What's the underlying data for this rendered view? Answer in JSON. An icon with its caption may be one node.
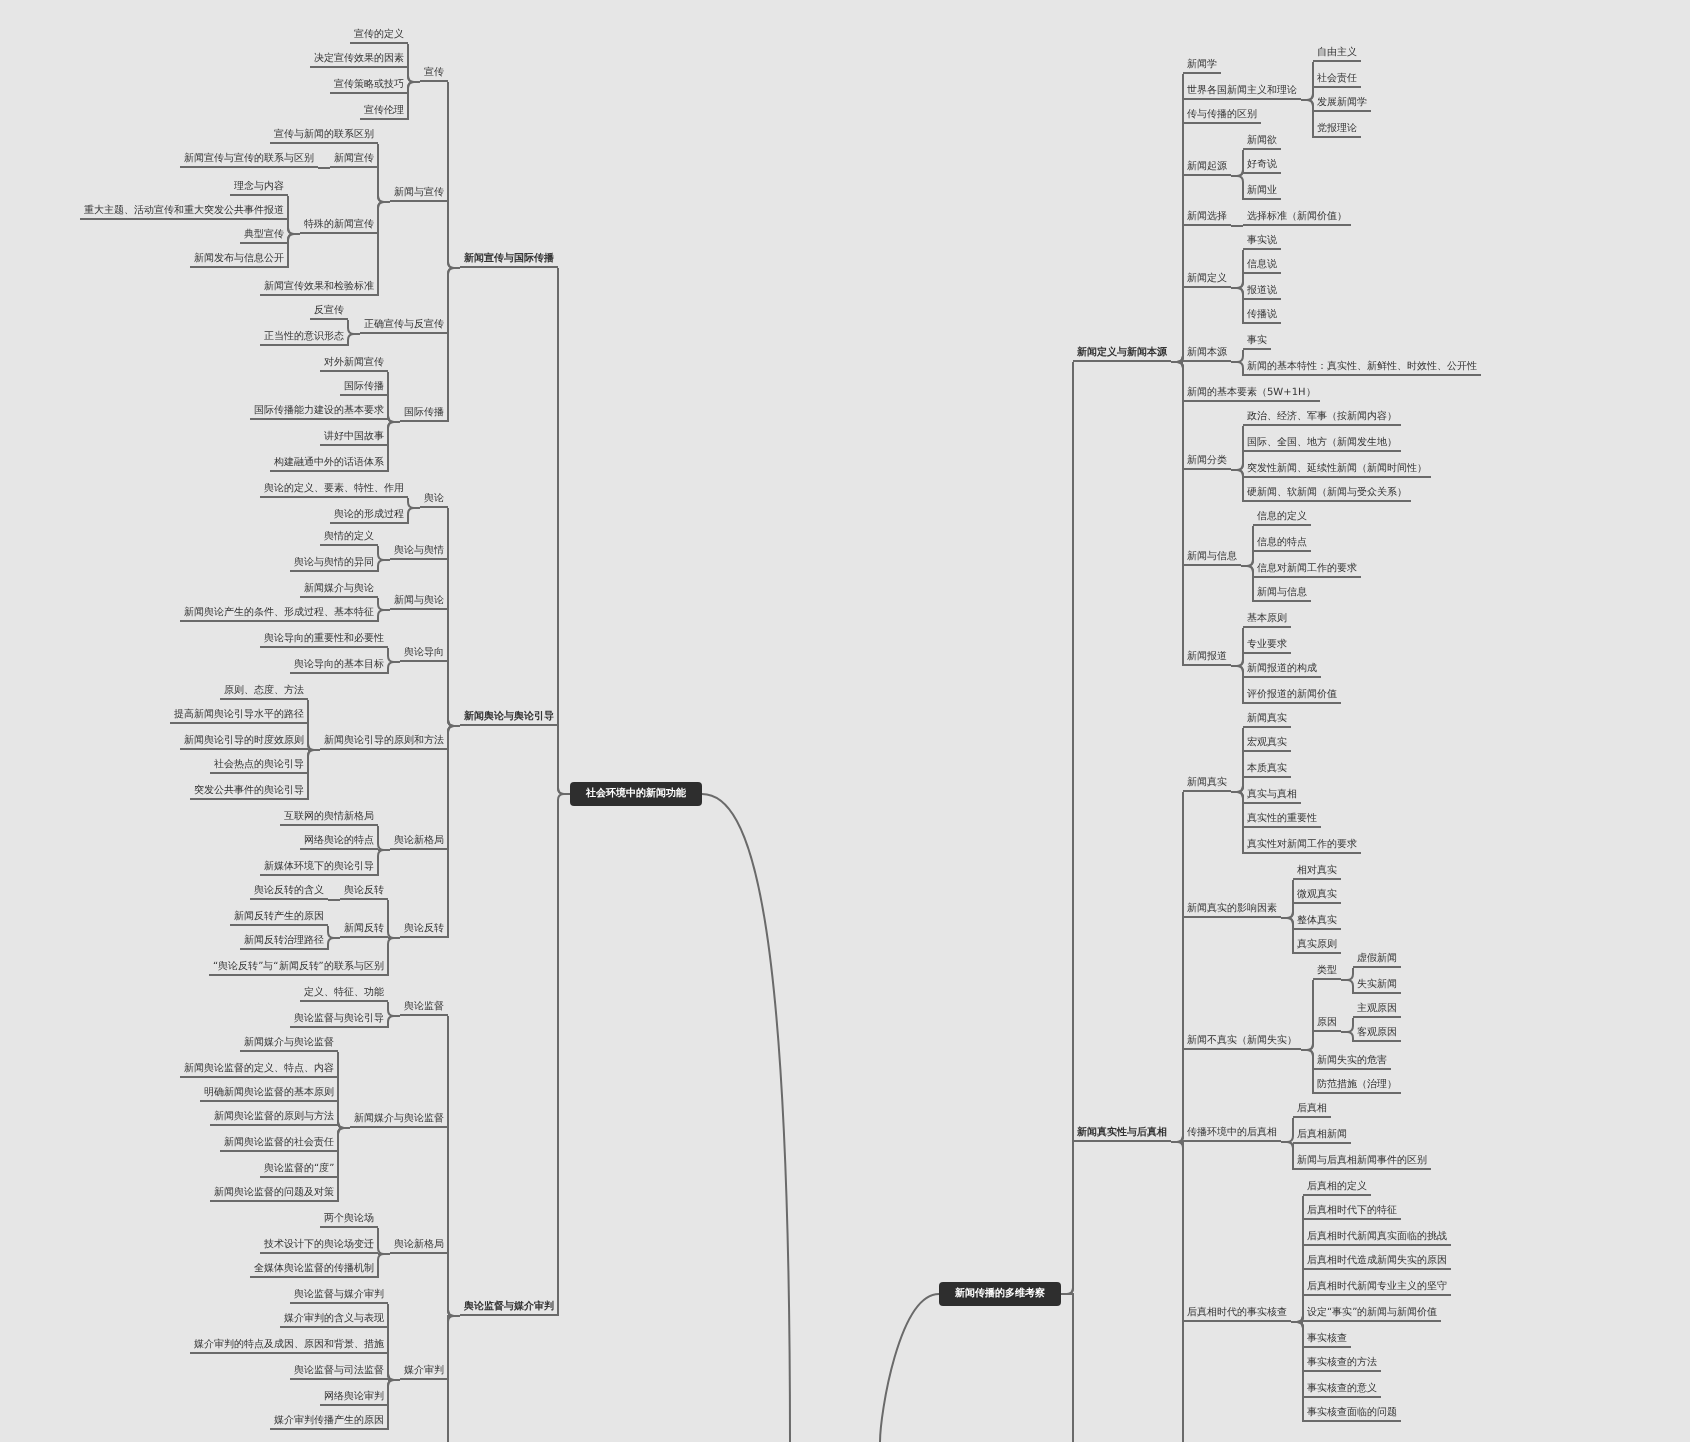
{
  "diagram": {
    "nodes": [
      {
        "text": [
          "社会环境中的新闻功能"
        ]
      },
      {
        "text": [
          "新闻宣传与国际传播"
        ]
      },
      {
        "text": [
          "宣传"
        ]
      },
      {
        "text": [
          "宣传的定义"
        ]
      },
      {
        "text": [
          "决定宣传效果的因素"
        ]
      },
      {
        "text": [
          "宣传策略或技巧"
        ]
      },
      {
        "text": [
          "宣传伦理"
        ]
      },
      {
        "text": [
          "新闻与宣传"
        ]
      },
      {
        "text": [
          "宣传与新闻的联系区别"
        ]
      },
      {
        "text": [
          "新闻宣传"
        ]
      },
      {
        "text": [
          "新闻宣传与宣传的联系与区别"
        ]
      },
      {
        "text": [
          "特殊的新闻宣传"
        ]
      },
      {
        "text": [
          "理念与内容"
        ]
      },
      {
        "text": [
          "重大主题、活动宣传和重大突发公共事件报道"
        ]
      },
      {
        "text": [
          "典型宣传"
        ]
      },
      {
        "text": [
          "新闻发布与信息公开"
        ]
      },
      {
        "text": [
          "新闻宣传效果和检验标准"
        ]
      },
      {
        "text": [
          "正确宣传与反宣传"
        ]
      },
      {
        "text": [
          "反宣传"
        ]
      },
      {
        "text": [
          "正当性的意识形态"
        ]
      },
      {
        "text": [
          "国际传播"
        ]
      },
      {
        "text": [
          "对外新闻宣传"
        ]
      },
      {
        "text": [
          "国际传播"
        ]
      },
      {
        "text": [
          "国际传播能力建设的基本要求"
        ]
      },
      {
        "text": [
          "讲好中国故事"
        ]
      },
      {
        "text": [
          "构建融通中外的话语体系"
        ]
      },
      {
        "text": [
          "新闻舆论与舆论引导"
        ]
      },
      {
        "text": [
          "舆论"
        ]
      },
      {
        "text": [
          "舆论的定义、要素、特性、作用"
        ]
      },
      {
        "text": [
          "舆论的形成过程"
        ]
      },
      {
        "text": [
          "舆论与舆情"
        ]
      },
      {
        "text": [
          "舆情的定义"
        ]
      },
      {
        "text": [
          "舆论与舆情的异同"
        ]
      },
      {
        "text": [
          "新闻与舆论"
        ]
      },
      {
        "text": [
          "新闻媒介与舆论"
        ]
      },
      {
        "text": [
          "新闻舆论产生的条件、形成过程、基本特征"
        ]
      },
      {
        "text": [
          "舆论导向"
        ]
      },
      {
        "text": [
          "舆论导向的重要性和必要性"
        ]
      },
      {
        "text": [
          "舆论导向的基本目标"
        ]
      },
      {
        "text": [
          "新闻舆论引导的原则和方法"
        ]
      },
      {
        "text": [
          "原则、态度、方法"
        ]
      },
      {
        "text": [
          "提高新闻舆论引导水平的路径"
        ]
      },
      {
        "text": [
          "新闻舆论引导的时度效原则"
        ]
      },
      {
        "text": [
          "社会热点的舆论引导"
        ]
      },
      {
        "text": [
          "突发公共事件的舆论引导"
        ]
      },
      {
        "text": [
          "舆论新格局"
        ]
      },
      {
        "text": [
          "互联网的舆情新格局"
        ]
      },
      {
        "text": [
          "网络舆论的特点"
        ]
      },
      {
        "text": [
          "新媒体环境下的舆论引导"
        ]
      },
      {
        "text": [
          "舆论反转"
        ]
      },
      {
        "text": [
          "舆论反转"
        ]
      },
      {
        "text": [
          "舆论反转的含义"
        ]
      },
      {
        "text": [
          "新闻反转"
        ]
      },
      {
        "text": [
          "新闻反转产生的原因"
        ]
      },
      {
        "text": [
          "新闻反转治理路径"
        ]
      },
      {
        "text": [
          "“舆论反转”与“新闻反转”的联系与区别"
        ]
      },
      {
        "text": [
          "舆论监督与媒介审判"
        ]
      },
      {
        "text": [
          "舆论监督"
        ]
      },
      {
        "text": [
          "定义、特征、功能"
        ]
      },
      {
        "text": [
          "舆论监督与舆论引导"
        ]
      },
      {
        "text": [
          "新闻媒介与舆论监督"
        ]
      },
      {
        "text": [
          "新闻媒介与舆论监督"
        ]
      },
      {
        "text": [
          "新闻舆论监督的定义、特点、内容"
        ]
      },
      {
        "text": [
          "明确新闻舆论监督的基本原则"
        ]
      },
      {
        "text": [
          "新闻舆论监督的原则与方法"
        ]
      },
      {
        "text": [
          "新闻舆论监督的社会责任"
        ]
      },
      {
        "text": [
          "舆论监督的“度”"
        ]
      },
      {
        "text": [
          "新闻舆论监督的问题及对策"
        ]
      },
      {
        "text": [
          "舆论新格局"
        ]
      },
      {
        "text": [
          "两个舆论场"
        ]
      },
      {
        "text": [
          "技术设计下的舆论场变迁"
        ]
      },
      {
        "text": [
          "全媒体舆论监督的传播机制"
        ]
      },
      {
        "text": [
          "媒介审判"
        ]
      },
      {
        "text": [
          "舆论监督与媒介审判"
        ]
      },
      {
        "text": [
          "媒介审判的含义与表现"
        ]
      },
      {
        "text": [
          "媒介审判的特点及成因、原因和背景、措施"
        ]
      },
      {
        "text": [
          "舆论监督与司法监督"
        ]
      },
      {
        "text": [
          "网络舆论审判"
        ]
      },
      {
        "text": [
          "媒介审判传播产生的原因"
        ]
      },
      {
        "text": [
          "新闻传播的多维考察"
        ]
      },
      {
        "text": [
          "新闻定义与新闻本源"
        ]
      },
      {
        "text": [
          "新闻学"
        ]
      },
      {
        "text": [
          "世界各国新闻主义和理论"
        ]
      },
      {
        "text": [
          "自由主义"
        ]
      },
      {
        "text": [
          "社会责任"
        ]
      },
      {
        "text": [
          "发展新闻学"
        ]
      },
      {
        "text": [
          "党报理论"
        ]
      },
      {
        "text": [
          "传与传播的区别"
        ]
      },
      {
        "text": [
          "新闻起源"
        ]
      },
      {
        "text": [
          "新闻欲"
        ]
      },
      {
        "text": [
          "好奇说"
        ]
      },
      {
        "text": [
          "新闻业"
        ]
      },
      {
        "text": [
          "新闻选择"
        ]
      },
      {
        "text": [
          "选择标准（新闻价值）"
        ]
      },
      {
        "text": [
          "新闻定义"
        ]
      },
      {
        "text": [
          "事实说"
        ]
      },
      {
        "text": [
          "信息说"
        ]
      },
      {
        "text": [
          "报道说"
        ]
      },
      {
        "text": [
          "传播说"
        ]
      },
      {
        "text": [
          "新闻本源"
        ]
      },
      {
        "text": [
          "事实"
        ]
      },
      {
        "text": [
          "新闻的基本特性：真实性、新鲜性、时效性、公开性"
        ]
      },
      {
        "text": [
          "新闻的基本要素（5W+1H）"
        ]
      },
      {
        "text": [
          "新闻分类"
        ]
      },
      {
        "text": [
          "政治、经济、军事（按新闻内容）"
        ]
      },
      {
        "text": [
          "国际、全国、地方（新闻发生地）"
        ]
      },
      {
        "text": [
          "突发性新闻、延续性新闻（新闻时间性）"
        ]
      },
      {
        "text": [
          "硬新闻、软新闻（新闻与受众关系）"
        ]
      },
      {
        "text": [
          "新闻与信息"
        ]
      },
      {
        "text": [
          "信息的定义"
        ]
      },
      {
        "text": [
          "信息的特点"
        ]
      },
      {
        "text": [
          "信息对新闻工作的要求"
        ]
      },
      {
        "text": [
          "新闻与信息"
        ]
      },
      {
        "text": [
          "新闻报道"
        ]
      },
      {
        "text": [
          "基本原则"
        ]
      },
      {
        "text": [
          "专业要求"
        ]
      },
      {
        "text": [
          "新闻报道的构成"
        ]
      },
      {
        "text": [
          "评价报道的新闻价值"
        ]
      },
      {
        "text": [
          "新闻真实性与后真相"
        ]
      },
      {
        "text": [
          "新闻真实"
        ]
      },
      {
        "text": [
          "新闻真实"
        ]
      },
      {
        "text": [
          "宏观真实"
        ]
      },
      {
        "text": [
          "本质真实"
        ]
      },
      {
        "text": [
          "真实与真相"
        ]
      },
      {
        "text": [
          "真实性的重要性"
        ]
      },
      {
        "text": [
          "真实性对新闻工作的要求"
        ]
      },
      {
        "text": [
          "新闻真实的影响因素"
        ]
      },
      {
        "text": [
          "相对真实"
        ]
      },
      {
        "text": [
          "微观真实"
        ]
      },
      {
        "text": [
          "整体真实"
        ]
      },
      {
        "text": [
          "真实原则"
        ]
      },
      {
        "text": [
          "新闻不真实（新闻失实）"
        ]
      },
      {
        "text": [
          "类型"
        ]
      },
      {
        "text": [
          "虚假新闻"
        ]
      },
      {
        "text": [
          "失实新闻"
        ]
      },
      {
        "text": [
          "原因"
        ]
      },
      {
        "text": [
          "主观原因"
        ]
      },
      {
        "text": [
          "客观原因"
        ]
      },
      {
        "text": [
          "新闻失实的危害"
        ]
      },
      {
        "text": [
          "防范措施（治理）"
        ]
      },
      {
        "text": [
          "传播环境中的后真相"
        ]
      },
      {
        "text": [
          "后真相"
        ]
      },
      {
        "text": [
          "后真相新闻"
        ]
      },
      {
        "text": [
          "新闻与后真相新闻事件的区别"
        ]
      },
      {
        "text": [
          "后真相时代的事实核查"
        ]
      },
      {
        "text": [
          "后真相的定义"
        ]
      },
      {
        "text": [
          "后真相时代下的特征"
        ]
      },
      {
        "text": [
          "后真相时代新闻真实面临的挑战"
        ]
      },
      {
        "text": [
          "后真相时代造成新闻失实的原因"
        ]
      },
      {
        "text": [
          "后真相时代新闻专业主义的坚守"
        ]
      },
      {
        "text": [
          "设定“事实”的新闻与新闻价值"
        ]
      },
      {
        "text": [
          "事实核查"
        ]
      },
      {
        "text": [
          "事实核查的方法"
        ]
      },
      {
        "text": [
          "事实核查的意义"
        ]
      },
      {
        "text": [
          "事实核查面临的问题"
        ]
      }
    ],
    "edges": [
      {
        "from": 0,
        "to": 1,
        "arrow": "none"
      },
      {
        "from": 1,
        "to": 2,
        "arrow": "none"
      },
      {
        "from": 2,
        "to": 3,
        "arrow": "none"
      },
      {
        "from": 2,
        "to": 4,
        "arrow": "none"
      },
      {
        "from": 2,
        "to": 5,
        "arrow": "none"
      },
      {
        "from": 2,
        "to": 6,
        "arrow": "none"
      },
      {
        "from": 1,
        "to": 7,
        "arrow": "none"
      },
      {
        "from": 7,
        "to": 8,
        "arrow": "none"
      },
      {
        "from": 7,
        "to": 9,
        "arrow": "none"
      },
      {
        "from": 9,
        "to": 10,
        "arrow": "none"
      },
      {
        "from": 7,
        "to": 11,
        "arrow": "none"
      },
      {
        "from": 11,
        "to": 12,
        "arrow": "none"
      },
      {
        "from": 11,
        "to": 13,
        "arrow": "none"
      },
      {
        "from": 11,
        "to": 14,
        "arrow": "none"
      },
      {
        "from": 11,
        "to": 15,
        "arrow": "none"
      },
      {
        "from": 7,
        "to": 16,
        "arrow": "none"
      },
      {
        "from": 1,
        "to": 17,
        "arrow": "none"
      },
      {
        "from": 17,
        "to": 18,
        "arrow": "none"
      },
      {
        "from": 17,
        "to": 19,
        "arrow": "none"
      },
      {
        "from": 1,
        "to": 20,
        "arrow": "none"
      },
      {
        "from": 20,
        "to": 21,
        "arrow": "none"
      },
      {
        "from": 20,
        "to": 22,
        "arrow": "none"
      },
      {
        "from": 20,
        "to": 23,
        "arrow": "none"
      },
      {
        "from": 20,
        "to": 24,
        "arrow": "none"
      },
      {
        "from": 20,
        "to": 25,
        "arrow": "none"
      },
      {
        "from": 0,
        "to": 26,
        "arrow": "none"
      },
      {
        "from": 26,
        "to": 27,
        "arrow": "none"
      },
      {
        "from": 27,
        "to": 28,
        "arrow": "none"
      },
      {
        "from": 27,
        "to": 29,
        "arrow": "none"
      },
      {
        "from": 26,
        "to": 30,
        "arrow": "none"
      },
      {
        "from": 30,
        "to": 31,
        "arrow": "none"
      },
      {
        "from": 30,
        "to": 32,
        "arrow": "none"
      },
      {
        "from": 26,
        "to": 33,
        "arrow": "none"
      },
      {
        "from": 33,
        "to": 34,
        "arrow": "none"
      },
      {
        "from": 33,
        "to": 35,
        "arrow": "none"
      },
      {
        "from": 26,
        "to": 36,
        "arrow": "none"
      },
      {
        "from": 36,
        "to": 37,
        "arrow": "none"
      },
      {
        "from": 36,
        "to": 38,
        "arrow": "none"
      },
      {
        "from": 26,
        "to": 39,
        "arrow": "none"
      },
      {
        "from": 39,
        "to": 40,
        "arrow": "none"
      },
      {
        "from": 39,
        "to": 41,
        "arrow": "none"
      },
      {
        "from": 39,
        "to": 42,
        "arrow": "none"
      },
      {
        "from": 39,
        "to": 43,
        "arrow": "none"
      },
      {
        "from": 39,
        "to": 44,
        "arrow": "none"
      },
      {
        "from": 26,
        "to": 45,
        "arrow": "none"
      },
      {
        "from": 45,
        "to": 46,
        "arrow": "none"
      },
      {
        "from": 45,
        "to": 47,
        "arrow": "none"
      },
      {
        "from": 45,
        "to": 48,
        "arrow": "none"
      },
      {
        "from": 26,
        "to": 49,
        "arrow": "none"
      },
      {
        "from": 49,
        "to": 50,
        "arrow": "none"
      },
      {
        "from": 50,
        "to": 51,
        "arrow": "none"
      },
      {
        "from": 49,
        "to": 52,
        "arrow": "none"
      },
      {
        "from": 52,
        "to": 53,
        "arrow": "none"
      },
      {
        "from": 52,
        "to": 54,
        "arrow": "none"
      },
      {
        "from": 49,
        "to": 55,
        "arrow": "none"
      },
      {
        "from": 0,
        "to": 56,
        "arrow": "none"
      },
      {
        "from": 56,
        "to": 57,
        "arrow": "none"
      },
      {
        "from": 57,
        "to": 58,
        "arrow": "none"
      },
      {
        "from": 57,
        "to": 59,
        "arrow": "none"
      },
      {
        "from": 56,
        "to": 60,
        "arrow": "none"
      },
      {
        "from": 60,
        "to": 61,
        "arrow": "none"
      },
      {
        "from": 60,
        "to": 62,
        "arrow": "none"
      },
      {
        "from": 60,
        "to": 63,
        "arrow": "none"
      },
      {
        "from": 60,
        "to": 64,
        "arrow": "none"
      },
      {
        "from": 60,
        "to": 65,
        "arrow": "none"
      },
      {
        "from": 60,
        "to": 66,
        "arrow": "none"
      },
      {
        "from": 60,
        "to": 67,
        "arrow": "none"
      },
      {
        "from": 56,
        "to": 68,
        "arrow": "none"
      },
      {
        "from": 68,
        "to": 69,
        "arrow": "none"
      },
      {
        "from": 68,
        "to": 70,
        "arrow": "none"
      },
      {
        "from": 68,
        "to": 71,
        "arrow": "none"
      },
      {
        "from": 56,
        "to": 72,
        "arrow": "none"
      },
      {
        "from": 72,
        "to": 73,
        "arrow": "none"
      },
      {
        "from": 72,
        "to": 74,
        "arrow": "none"
      },
      {
        "from": 72,
        "to": 75,
        "arrow": "none"
      },
      {
        "from": 72,
        "to": 76,
        "arrow": "none"
      },
      {
        "from": 72,
        "to": 77,
        "arrow": "none"
      },
      {
        "from": 72,
        "to": 78,
        "arrow": "none"
      },
      {
        "from": 79,
        "to": 80,
        "arrow": "none"
      },
      {
        "from": 80,
        "to": 81,
        "arrow": "none"
      },
      {
        "from": 80,
        "to": 82,
        "arrow": "none"
      },
      {
        "from": 82,
        "to": 83,
        "arrow": "none"
      },
      {
        "from": 82,
        "to": 84,
        "arrow": "none"
      },
      {
        "from": 82,
        "to": 85,
        "arrow": "none"
      },
      {
        "from": 82,
        "to": 86,
        "arrow": "none"
      },
      {
        "from": 80,
        "to": 87,
        "arrow": "none"
      },
      {
        "from": 80,
        "to": 88,
        "arrow": "none"
      },
      {
        "from": 88,
        "to": 89,
        "arrow": "none"
      },
      {
        "from": 88,
        "to": 90,
        "arrow": "none"
      },
      {
        "from": 88,
        "to": 91,
        "arrow": "none"
      },
      {
        "from": 80,
        "to": 92,
        "arrow": "none"
      },
      {
        "from": 92,
        "to": 93,
        "arrow": "none"
      },
      {
        "from": 80,
        "to": 94,
        "arrow": "none"
      },
      {
        "from": 94,
        "to": 95,
        "arrow": "none"
      },
      {
        "from": 94,
        "to": 96,
        "arrow": "none"
      },
      {
        "from": 94,
        "to": 97,
        "arrow": "none"
      },
      {
        "from": 94,
        "to": 98,
        "arrow": "none"
      },
      {
        "from": 80,
        "to": 99,
        "arrow": "none"
      },
      {
        "from": 99,
        "to": 100,
        "arrow": "none"
      },
      {
        "from": 99,
        "to": 101,
        "arrow": "none"
      },
      {
        "from": 80,
        "to": 102,
        "arrow": "none"
      },
      {
        "from": 80,
        "to": 103,
        "arrow": "none"
      },
      {
        "from": 103,
        "to": 104,
        "arrow": "none"
      },
      {
        "from": 103,
        "to": 105,
        "arrow": "none"
      },
      {
        "from": 103,
        "to": 106,
        "arrow": "none"
      },
      {
        "from": 103,
        "to": 107,
        "arrow": "none"
      },
      {
        "from": 80,
        "to": 108,
        "arrow": "none"
      },
      {
        "from": 108,
        "to": 109,
        "arrow": "none"
      },
      {
        "from": 108,
        "to": 110,
        "arrow": "none"
      },
      {
        "from": 108,
        "to": 111,
        "arrow": "none"
      },
      {
        "from": 108,
        "to": 112,
        "arrow": "none"
      },
      {
        "from": 80,
        "to": 113,
        "arrow": "none"
      },
      {
        "from": 113,
        "to": 114,
        "arrow": "none"
      },
      {
        "from": 113,
        "to": 115,
        "arrow": "none"
      },
      {
        "from": 113,
        "to": 116,
        "arrow": "none"
      },
      {
        "from": 113,
        "to": 117,
        "arrow": "none"
      },
      {
        "from": 79,
        "to": 118,
        "arrow": "none"
      },
      {
        "from": 118,
        "to": 119,
        "arrow": "none"
      },
      {
        "from": 119,
        "to": 120,
        "arrow": "none"
      },
      {
        "from": 119,
        "to": 121,
        "arrow": "none"
      },
      {
        "from": 119,
        "to": 122,
        "arrow": "none"
      },
      {
        "from": 119,
        "to": 123,
        "arrow": "none"
      },
      {
        "from": 119,
        "to": 124,
        "arrow": "none"
      },
      {
        "from": 119,
        "to": 125,
        "arrow": "none"
      },
      {
        "from": 118,
        "to": 126,
        "arrow": "none"
      },
      {
        "from": 126,
        "to": 127,
        "arrow": "none"
      },
      {
        "from": 126,
        "to": 128,
        "arrow": "none"
      },
      {
        "from": 126,
        "to": 129,
        "arrow": "none"
      },
      {
        "from": 126,
        "to": 130,
        "arrow": "none"
      },
      {
        "from": 118,
        "to": 131,
        "arrow": "none"
      },
      {
        "from": 131,
        "to": 132,
        "arrow": "none"
      },
      {
        "from": 132,
        "to": 133,
        "arrow": "none"
      },
      {
        "from": 132,
        "to": 134,
        "arrow": "none"
      },
      {
        "from": 131,
        "to": 135,
        "arrow": "none"
      },
      {
        "from": 135,
        "to": 136,
        "arrow": "none"
      },
      {
        "from": 135,
        "to": 137,
        "arrow": "none"
      },
      {
        "from": 131,
        "to": 138,
        "arrow": "none"
      },
      {
        "from": 131,
        "to": 139,
        "arrow": "none"
      },
      {
        "from": 118,
        "to": 140,
        "arrow": "none"
      },
      {
        "from": 140,
        "to": 141,
        "arrow": "none"
      },
      {
        "from": 140,
        "to": 142,
        "arrow": "none"
      },
      {
        "from": 140,
        "to": 143,
        "arrow": "none"
      },
      {
        "from": 118,
        "to": 144,
        "arrow": "none"
      },
      {
        "from": 144,
        "to": 145,
        "arrow": "none"
      },
      {
        "from": 144,
        "to": 146,
        "arrow": "none"
      },
      {
        "from": 144,
        "to": 147,
        "arrow": "none"
      },
      {
        "from": 144,
        "to": 148,
        "arrow": "none"
      },
      {
        "from": 144,
        "to": 149,
        "arrow": "none"
      },
      {
        "from": 144,
        "to": 150,
        "arrow": "none"
      },
      {
        "from": 144,
        "to": 151,
        "arrow": "none"
      },
      {
        "from": 144,
        "to": 152,
        "arrow": "none"
      },
      {
        "from": 144,
        "to": 153,
        "arrow": "none"
      },
      {
        "from": 144,
        "to": 154,
        "arrow": "none"
      },
      {
        "from": null,
        "to": 0,
        "arrow": "none"
      },
      {
        "from": null,
        "to": 79,
        "arrow": "none"
      },
      {
        "from": 79,
        "to": null,
        "arrow": "none"
      },
      {
        "from": 56,
        "to": null,
        "arrow": "none"
      },
      {
        "from": 118,
        "to": null,
        "arrow": "none"
      }
    ]
  }
}
